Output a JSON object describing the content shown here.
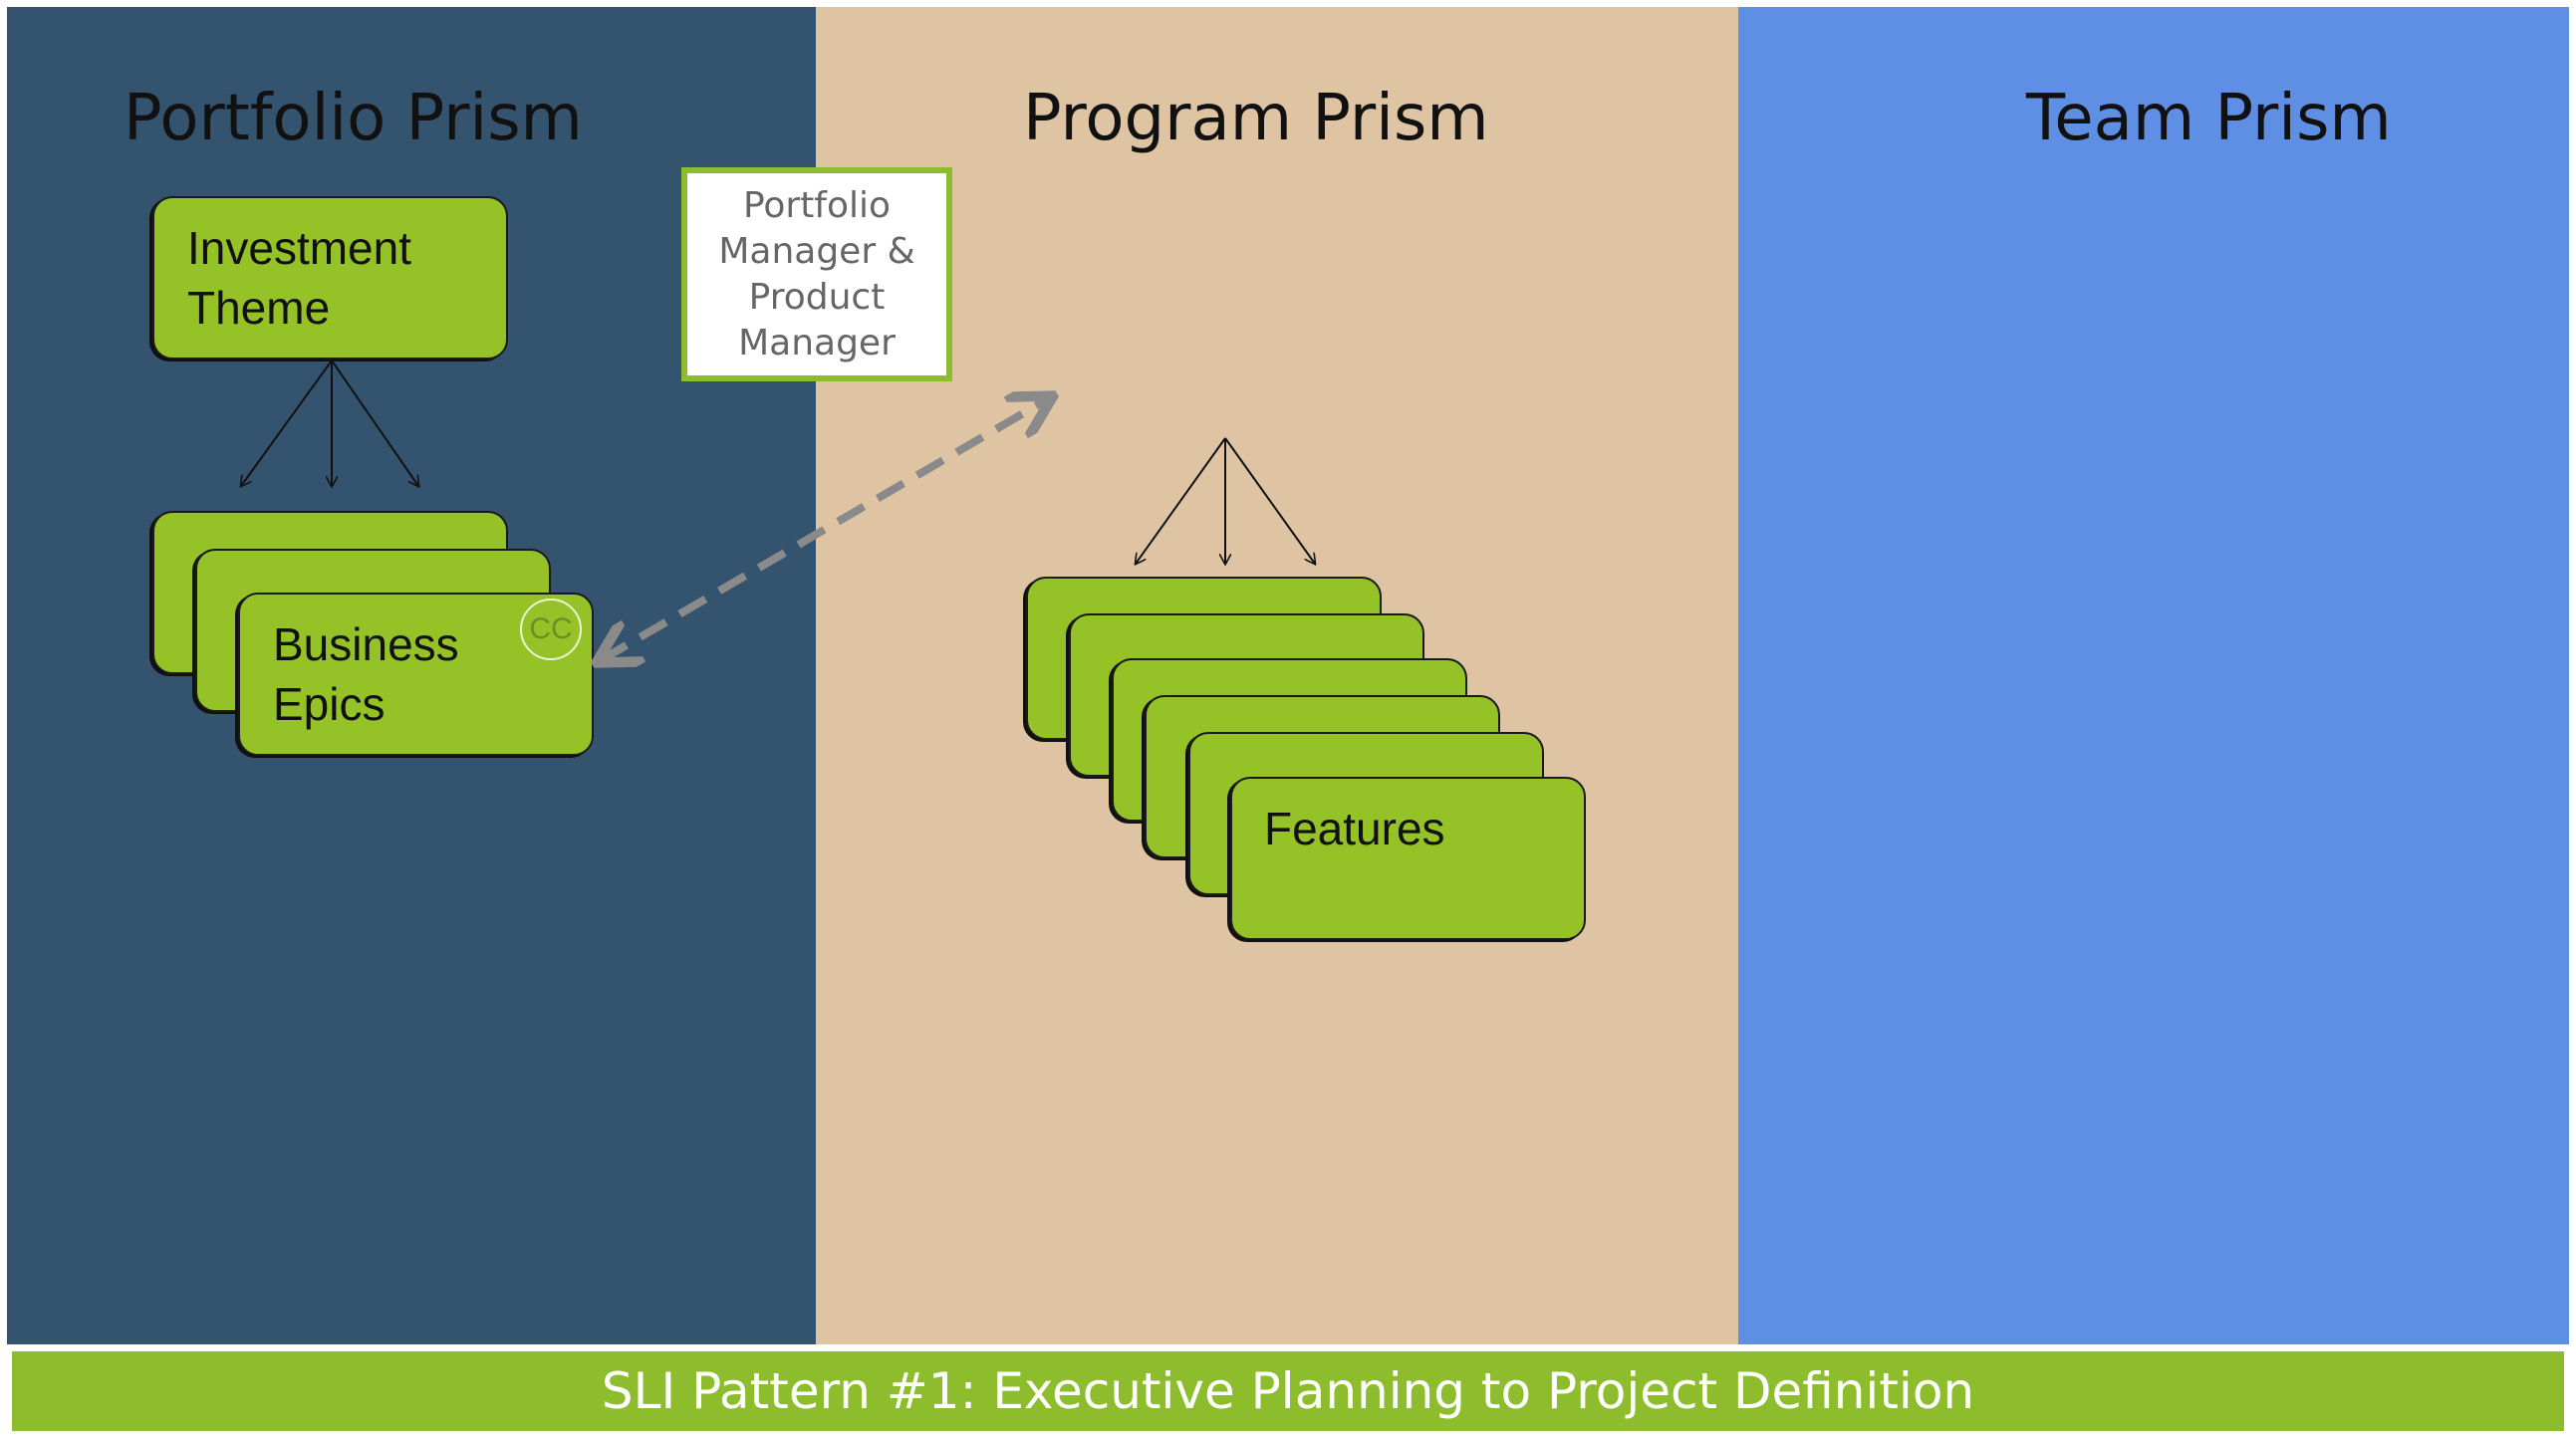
{
  "columns": {
    "portfolio": {
      "title": "Portfolio Prism",
      "color": "#34536f"
    },
    "program": {
      "title": "Program Prism",
      "color": "#dfc4a4"
    },
    "team": {
      "title": "Team Prism",
      "color": "#5f8fe4"
    }
  },
  "cards": {
    "investment_theme": "Investment\nTheme",
    "business_epics": "Business\nEpics",
    "features": "Features",
    "color": "#95c327"
  },
  "badge": {
    "label": "CC"
  },
  "role_note": {
    "text": "Portfolio\nManager &\nProduct\nManager",
    "border_color": "#8dbd2c"
  },
  "footer": {
    "text": "SLI Pattern #1: Executive Planning to Project Definition",
    "color": "#8dbd2c"
  }
}
